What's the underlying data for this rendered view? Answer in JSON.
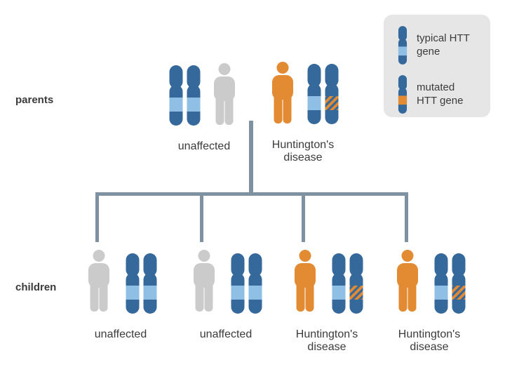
{
  "colors": {
    "chromosome_dark": "#35689B",
    "chromosome_light_band": "#8FBFE5",
    "mutated_orange": "#E28B33",
    "affected_person": "#E28B33",
    "unaffected_person": "#CBCBCB",
    "tree_line": "#7E92A2",
    "legend_bg": "#E6E6E6",
    "text": "#3B3B3B"
  },
  "row_labels": {
    "parents": "parents",
    "children": "children"
  },
  "legend": {
    "items": [
      {
        "icon": "typical-chromosome-icon",
        "label": "typical HTT gene"
      },
      {
        "icon": "mutated-chromosome-icon",
        "label": "mutated HTT gene"
      }
    ]
  },
  "parents": [
    {
      "label": "unaffected",
      "affected": false,
      "chromosomes": [
        "typical",
        "typical"
      ]
    },
    {
      "label": "Huntington's disease",
      "affected": true,
      "chromosomes": [
        "typical",
        "mutated"
      ]
    }
  ],
  "children": [
    {
      "label": "unaffected",
      "affected": false,
      "chromosomes": [
        "typical",
        "typical"
      ]
    },
    {
      "label": "unaffected",
      "affected": false,
      "chromosomes": [
        "typical",
        "typical"
      ]
    },
    {
      "label": "Huntington's disease",
      "affected": true,
      "chromosomes": [
        "typical",
        "mutated"
      ]
    },
    {
      "label": "Huntington's disease",
      "affected": true,
      "chromosomes": [
        "typical",
        "mutated"
      ]
    }
  ]
}
